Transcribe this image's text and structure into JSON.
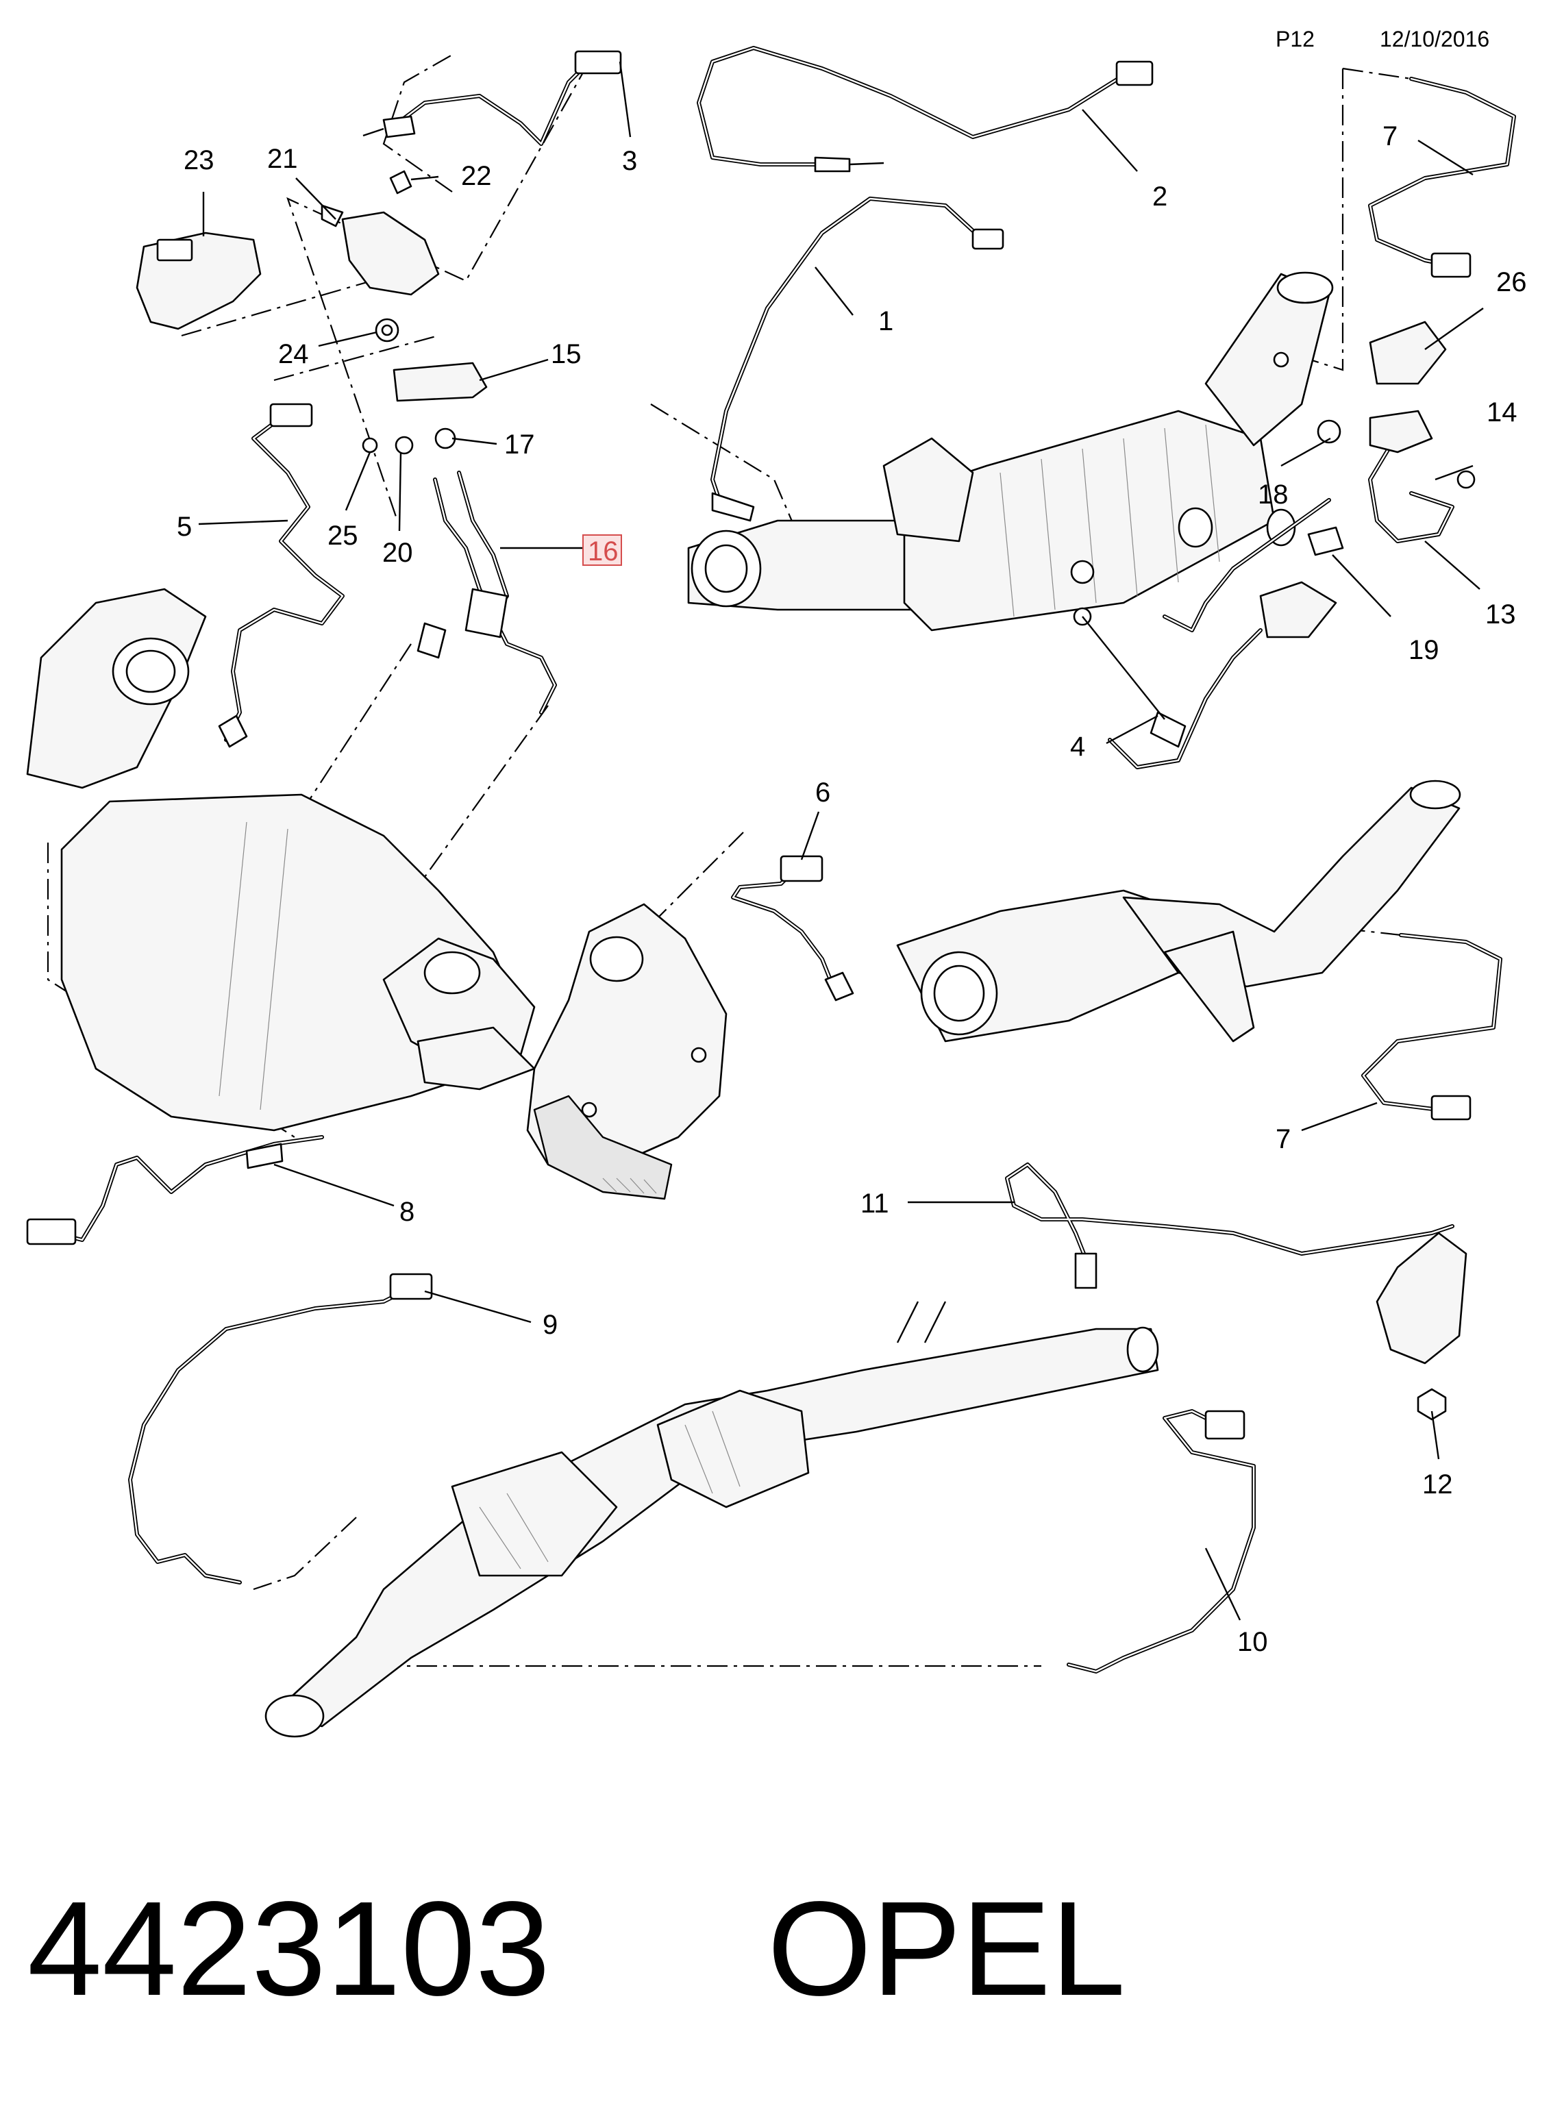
{
  "header": {
    "page_code": "P12",
    "date": "12/10/2016"
  },
  "footer": {
    "part_number": "4423103",
    "brand": "OPEL"
  },
  "highlighted_callout": "16",
  "callouts": [
    {
      "id": "c1",
      "label": "1"
    },
    {
      "id": "c2",
      "label": "2"
    },
    {
      "id": "c3",
      "label": "3"
    },
    {
      "id": "c4",
      "label": "4"
    },
    {
      "id": "c5",
      "label": "5"
    },
    {
      "id": "c6",
      "label": "6"
    },
    {
      "id": "c7a",
      "label": "7"
    },
    {
      "id": "c7b",
      "label": "7"
    },
    {
      "id": "c8",
      "label": "8"
    },
    {
      "id": "c9",
      "label": "9"
    },
    {
      "id": "c10",
      "label": "10"
    },
    {
      "id": "c11",
      "label": "11"
    },
    {
      "id": "c12",
      "label": "12"
    },
    {
      "id": "c13",
      "label": "13"
    },
    {
      "id": "c14",
      "label": "14"
    },
    {
      "id": "c15",
      "label": "15"
    },
    {
      "id": "c16",
      "label": "16"
    },
    {
      "id": "c17",
      "label": "17"
    },
    {
      "id": "c18",
      "label": "18"
    },
    {
      "id": "c19",
      "label": "19"
    },
    {
      "id": "c20",
      "label": "20"
    },
    {
      "id": "c21",
      "label": "21"
    },
    {
      "id": "c22",
      "label": "22"
    },
    {
      "id": "c23",
      "label": "23"
    },
    {
      "id": "c24",
      "label": "24"
    },
    {
      "id": "c25",
      "label": "25"
    },
    {
      "id": "c26",
      "label": "26"
    }
  ]
}
